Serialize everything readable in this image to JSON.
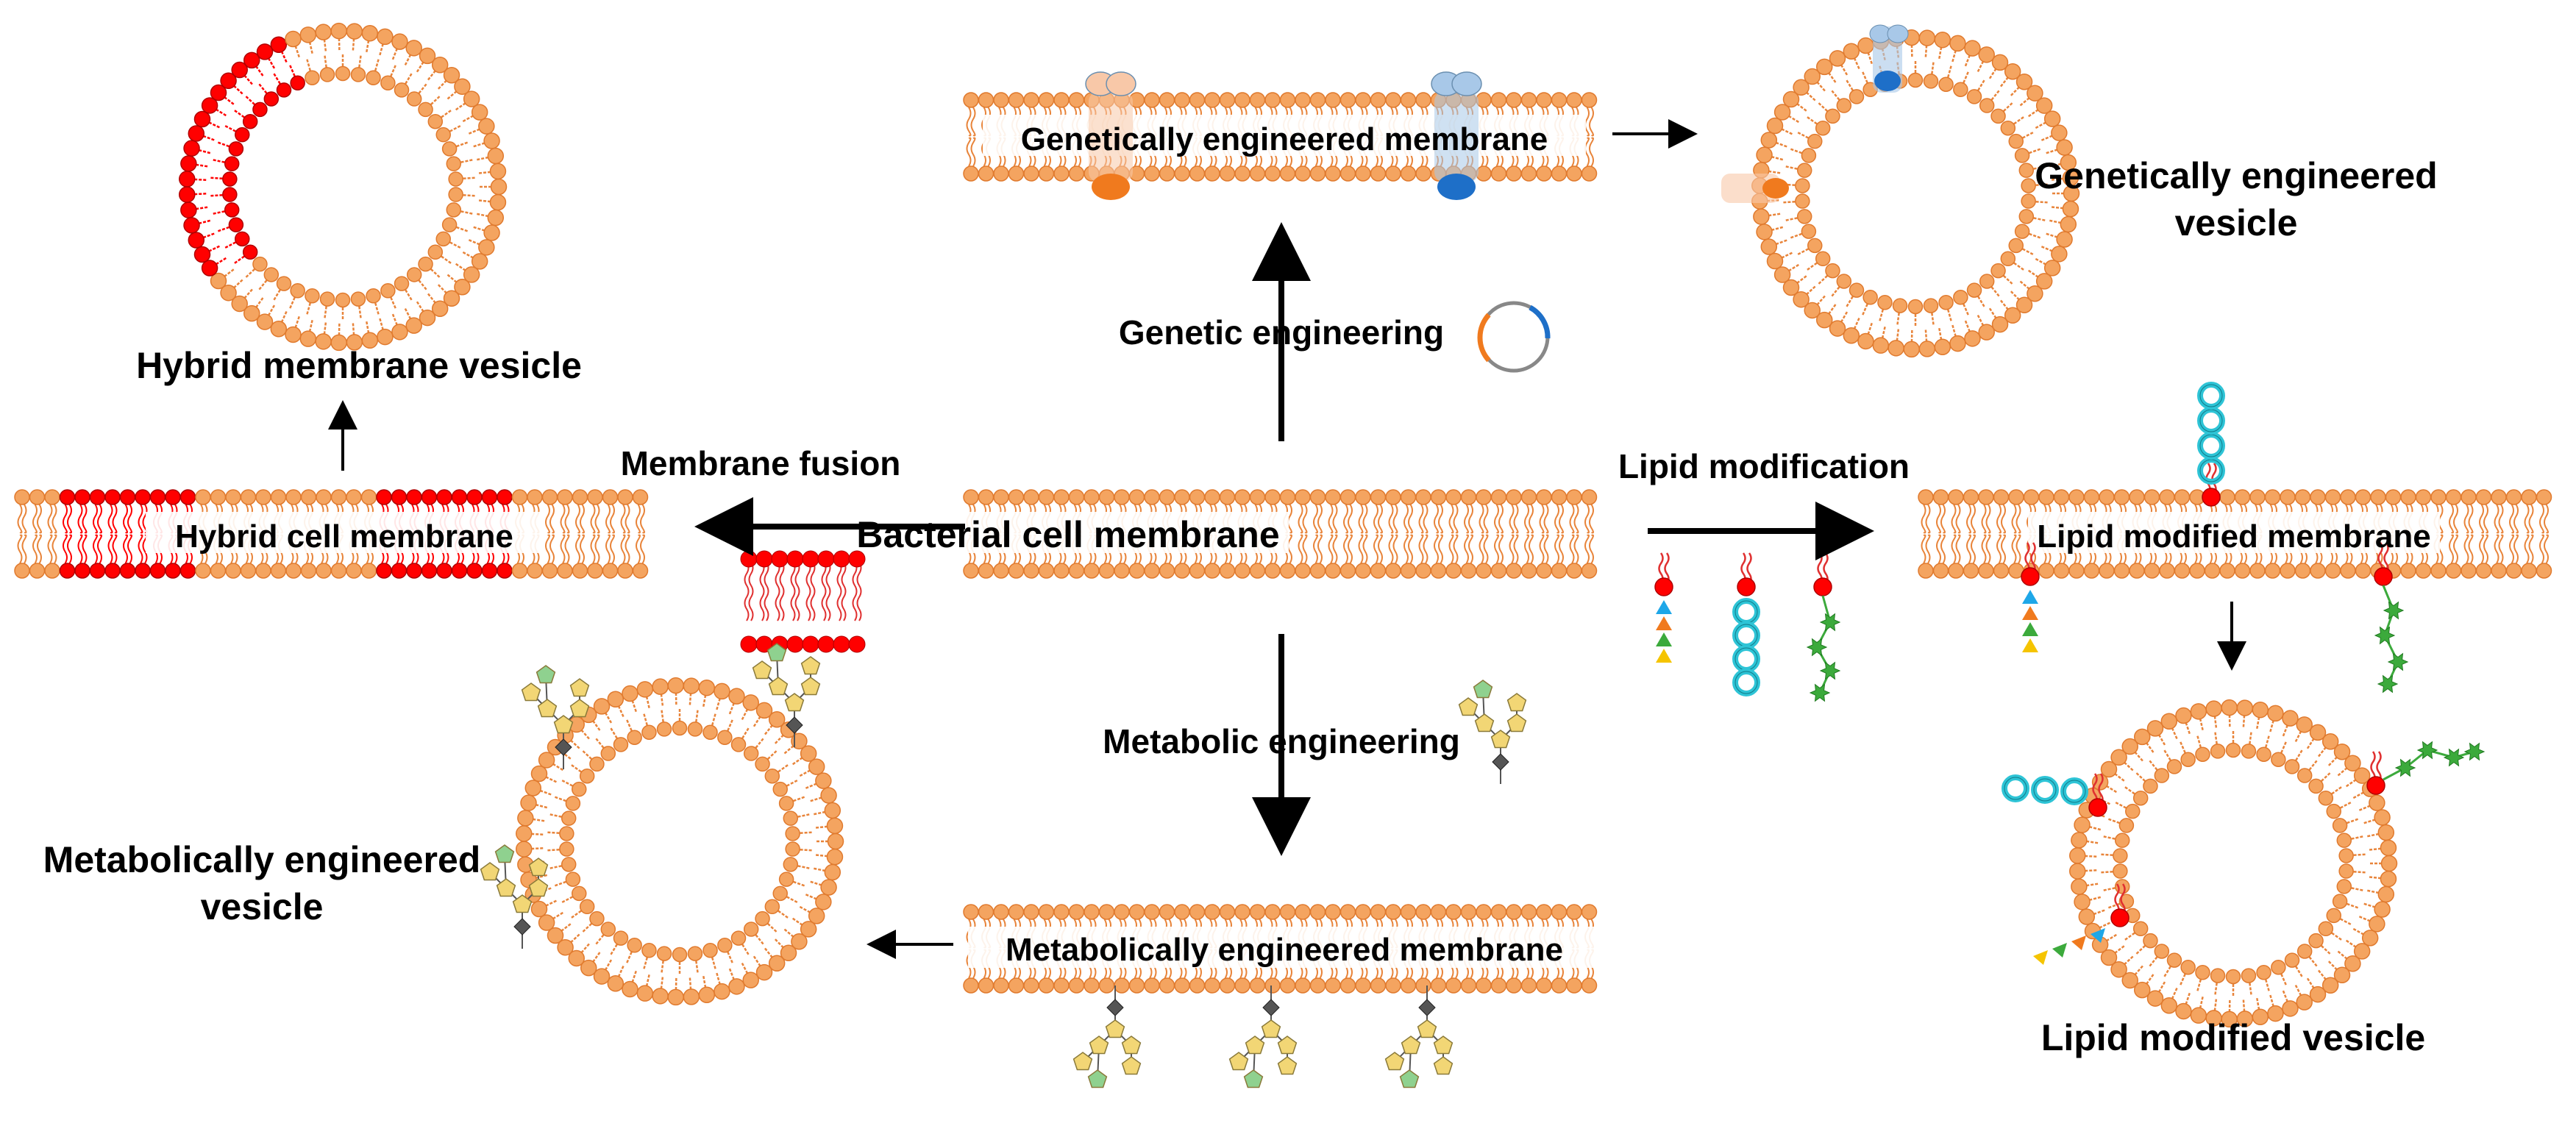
{
  "center": {
    "title": "Bacterial cell membrane"
  },
  "methods": {
    "genetic": "Genetic engineering",
    "fusion": "Membrane fusion",
    "lipid": "Lipid modification",
    "metabolic": "Metabolic engineering"
  },
  "membranes": {
    "genetic": "Genetically engineered membrane",
    "hybrid": "Hybrid cell membrane",
    "lipid": "Lipid modified membrane",
    "metabolic": "Metabolically engineered membrane"
  },
  "vesicles": {
    "genetic_line1": "Genetically engineered",
    "genetic_line2": "vesicle",
    "hybrid": "Hybrid membrane vesicle",
    "lipid": "Lipid modified vesicle",
    "metabolic_line1": "Metabolically engineered",
    "metabolic_line2": "vesicle"
  },
  "colors": {
    "lipid_head": "#F4A460",
    "lipid_head_stroke": "#E07A2E",
    "lipid_tail": "#E8843A",
    "hybrid_lipid": "#FF0000",
    "glycan": "#F2D675",
    "glycan_end": "#8FD18F",
    "linker": "#555555",
    "protein_orange": "#F07A1E",
    "protein_blue": "#1E6FC8",
    "ring": "#2EC4D6",
    "star": "#3CAA3C"
  }
}
